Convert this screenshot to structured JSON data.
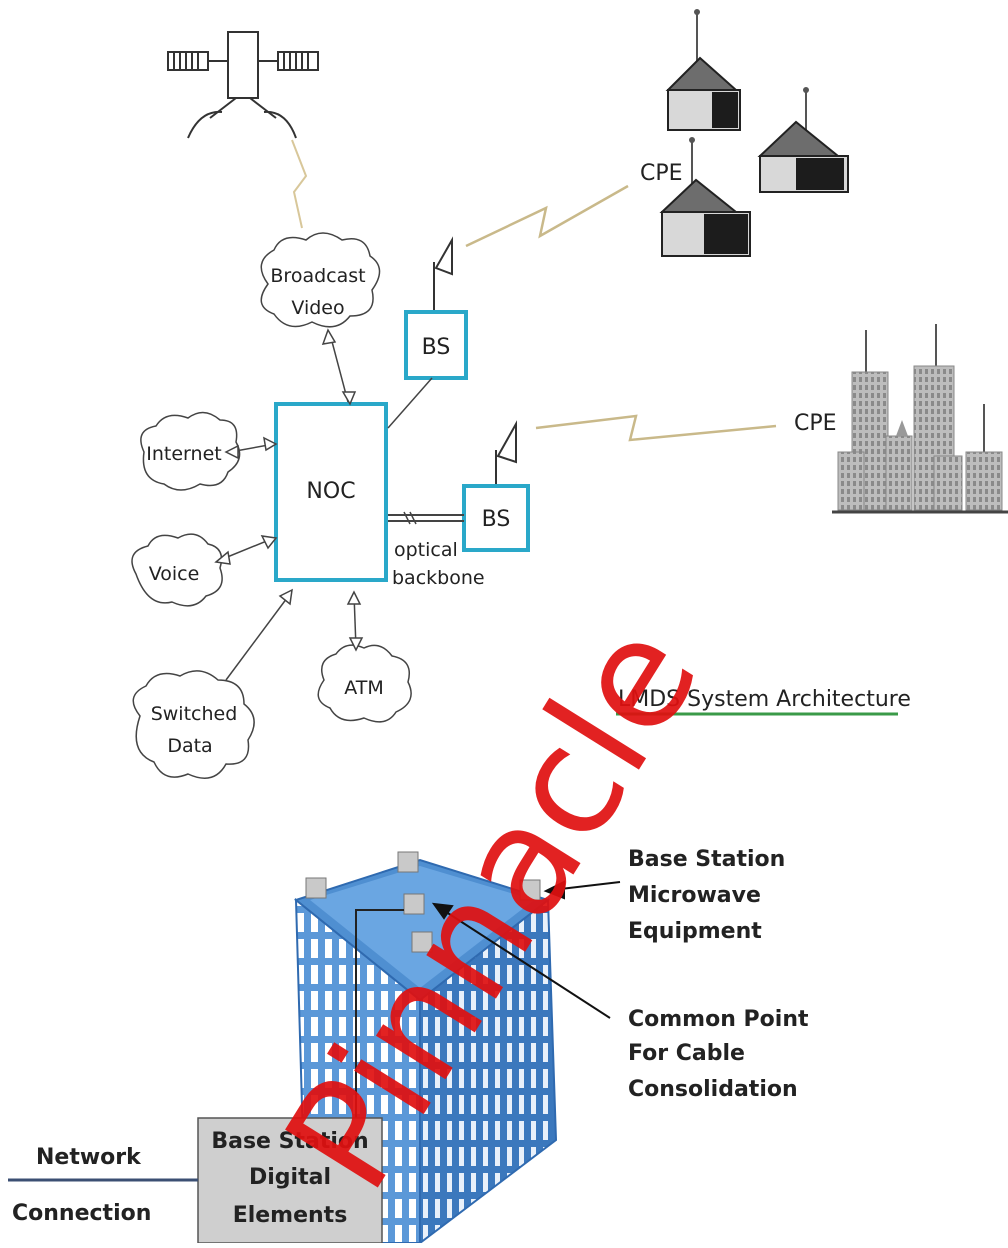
{
  "diagram": {
    "title": "LMDS System Architecture",
    "colors": {
      "box_stroke": "#2aa8c9",
      "link": "#c9b98a",
      "underline": "#3a9a48",
      "building_blue": "#4f8fd1",
      "building_dark": "#2f6ab0",
      "house": "#222222",
      "watermark": "#e01010"
    },
    "nodes": {
      "noc": "NOC",
      "bs_top": "BS",
      "bs_bottom": "BS",
      "cpe_houses": "CPE",
      "cpe_city": "CPE"
    },
    "clouds": {
      "broadcast_line1": "Broadcast",
      "broadcast_line2": "Video",
      "internet": "Internet",
      "voice": "Voice",
      "switched_line1": "Switched",
      "switched_line2": "Data",
      "atm": "ATM"
    },
    "backbone": {
      "line1": "optical",
      "line2": "backbone"
    }
  },
  "building_diagram": {
    "microwave": [
      "Base Station",
      "Microwave",
      "Equipment"
    ],
    "common_point": [
      "Common Point",
      "For Cable",
      "Consolidation"
    ],
    "digital": [
      "Base Station",
      "Digital",
      "Elements"
    ],
    "network": [
      "Network",
      "Connection"
    ]
  },
  "watermark": "Pinnacle",
  "icons": [
    "satellite-icon",
    "house-icon",
    "city-skyline-icon",
    "antenna-icon",
    "office-building-icon",
    "cloud-icon"
  ]
}
